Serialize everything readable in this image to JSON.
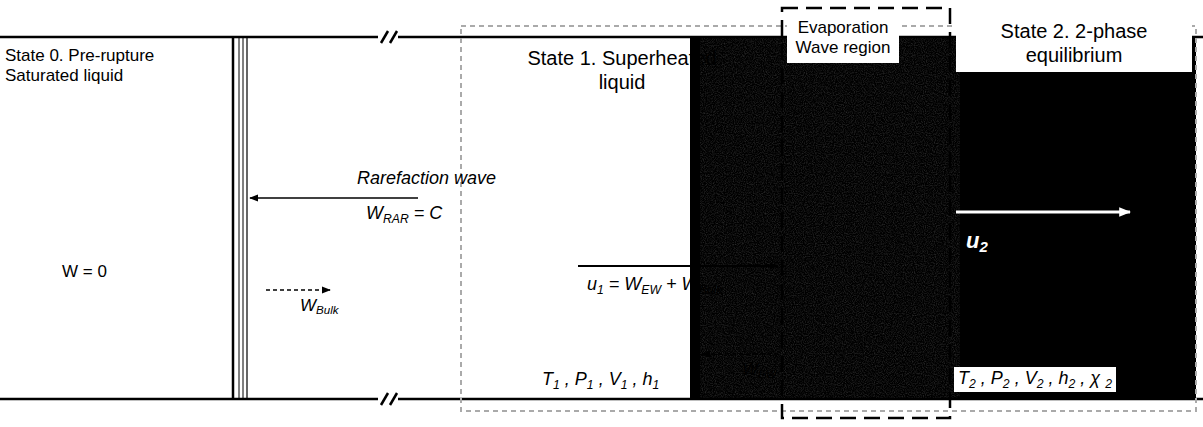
{
  "diagram": {
    "nodes": [
      {
        "text": [
          "Evaporation Wave region"
        ]
      },
      {
        "text": [
          "State 2. 2-phase equilibrium"
        ]
      }
    ],
    "labels": [
      "State 0. Pre-rupture Saturated liquid",
      "Rarefaction wave",
      "W",
      "RAR",
      " = C",
      "W = 0",
      "W",
      "Bulk",
      "State 1. Superheated liquid",
      "u",
      "1",
      " = W",
      "EW",
      " + W",
      "Bulk",
      "W",
      "EW",
      "T",
      "1",
      " , P",
      "1",
      " , V",
      "1",
      " , h",
      "1",
      "u",
      "2",
      "T",
      "2",
      " , P",
      "2",
      " , V",
      "2",
      " , h",
      "2",
      " , χ ",
      "2"
    ]
  }
}
